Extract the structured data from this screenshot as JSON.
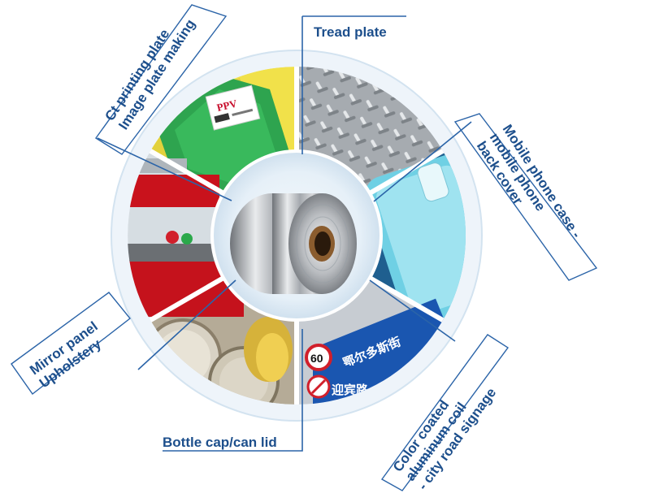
{
  "title": "",
  "colors": {
    "label_text": "#1d4f8c",
    "outer_ring": "#e4eef6",
    "inner_ring": "#dcebf6",
    "connector_line": "#2b64a8"
  },
  "labels": {
    "tread_plate": "Tread plate",
    "ct_plate_line1": "Ct printing plate",
    "ct_plate_line2": "Image plate making",
    "mobile_line1": "Mobile phone case -",
    "mobile_line2": "mobile phone",
    "mobile_line3": "back cover",
    "mirror_line1": "Mirror panel",
    "mirror_line2": "Upholstery",
    "bottle_cap": "Bottle cap/can lid",
    "color_line1": "Color coated",
    "color_line2": "aluminum coil",
    "color_line3": "- city road signage"
  },
  "segments": [
    {
      "name": "ct-printing-plate",
      "image": "green printing plate"
    },
    {
      "name": "tread-plate",
      "image": "diamond tread plate"
    },
    {
      "name": "mobile-phone-case",
      "image": "cyan phone case"
    },
    {
      "name": "road-signage",
      "image": "blue road signs"
    },
    {
      "name": "bottle-cap-can-lid",
      "image": "paint can lids"
    },
    {
      "name": "mirror-panel",
      "image": "red kitchen interior"
    }
  ],
  "center_image": "aluminum coil",
  "plate_text": "PPV",
  "sign_texts": {
    "top_sign": "鄂尔多斯街",
    "bottom_sign": "迎宾路",
    "speed_sign": "60"
  }
}
